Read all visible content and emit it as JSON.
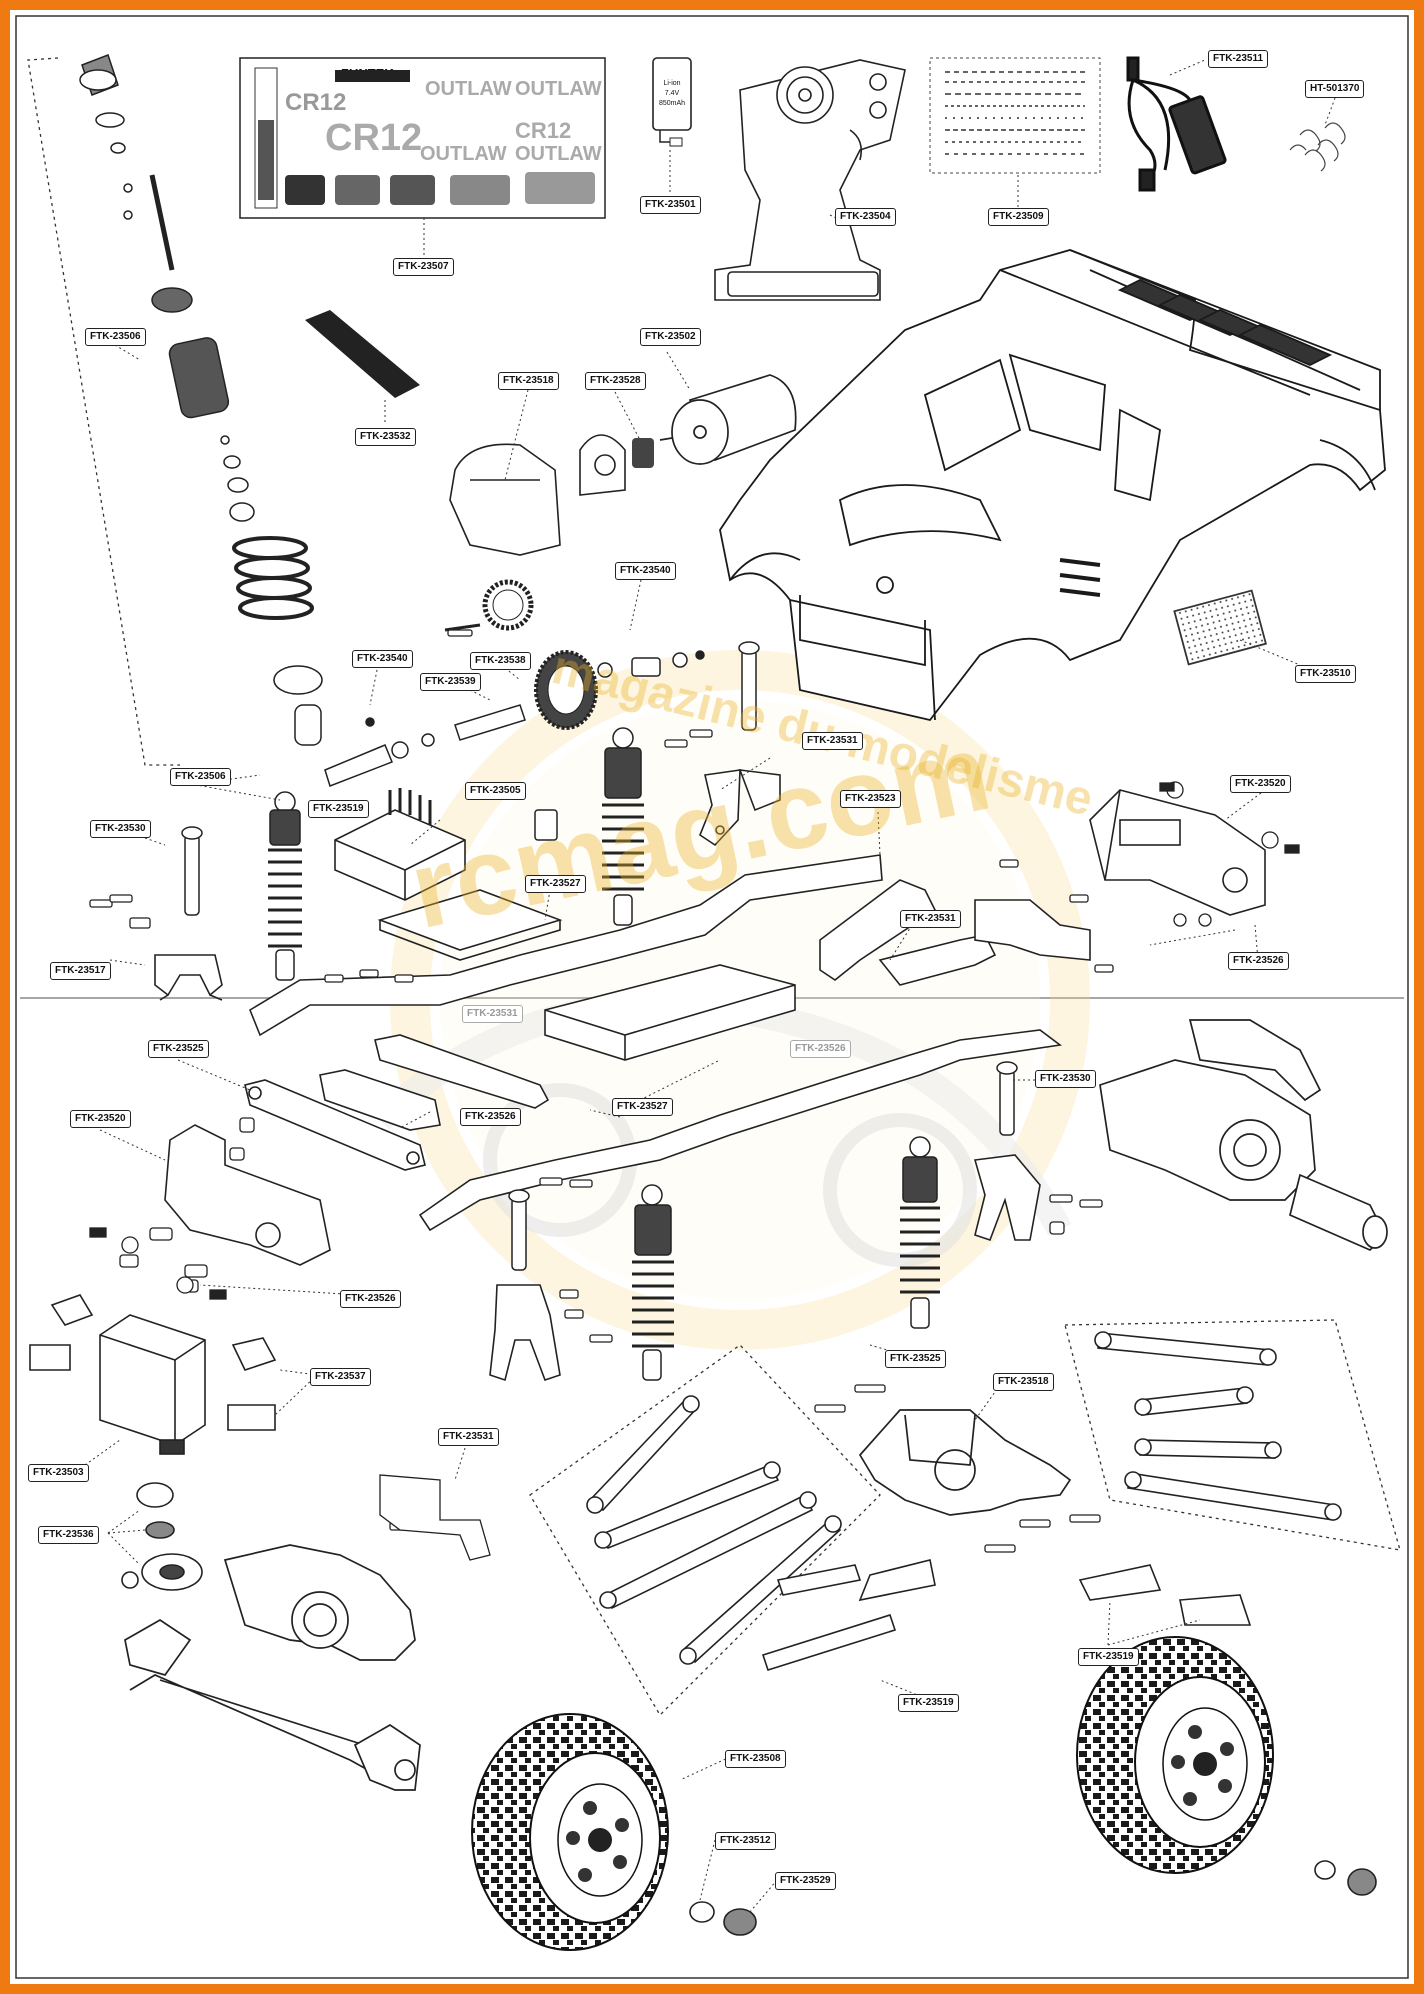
{
  "page": {
    "border_color": "#f07a12",
    "watermark": {
      "brand": "rcmag.com",
      "tagline": "magazine du modelisme",
      "color": "#f4b61e"
    }
  },
  "decal_sheet": {
    "texts": [
      "FUNTEK",
      "CR12",
      "OUTLAW",
      "OUTLAW",
      "CR12",
      "OUTLAW",
      "CR12",
      "OUTLAW"
    ]
  },
  "battery": {
    "text": [
      "Li-ion",
      "7.4V",
      "850mAh"
    ]
  },
  "parts": [
    "FTK-23507",
    "FTK-23501",
    "FTK-23504",
    "FTK-23509",
    "FTK-23511",
    "HT-501370",
    "FTK-23506",
    "FTK-23532",
    "FTK-23502",
    "FTK-23518",
    "FTK-23528",
    "FTK-23540",
    "FTK-23510",
    "FTK-23540",
    "FTK-23538",
    "FTK-23539",
    "FTK-23519",
    "FTK-23531",
    "FTK-23506",
    "FTK-23505",
    "FTK-23523",
    "FTK-23520",
    "FTK-23530",
    "FTK-23527",
    "FTK-23531",
    "FTK-23517",
    "FTK-23526",
    "FTK-23531",
    "FTK-23525",
    "FTK-23526",
    "FTK-23520",
    "FTK-23526",
    "FTK-23527",
    "FTK-23530",
    "FTK-23526",
    "FTK-23525",
    "FTK-23537",
    "FTK-23518",
    "FTK-23503",
    "FTK-23531",
    "FTK-23536",
    "FTK-23519",
    "FTK-23519",
    "FTK-23508",
    "FTK-23512",
    "FTK-23529"
  ]
}
